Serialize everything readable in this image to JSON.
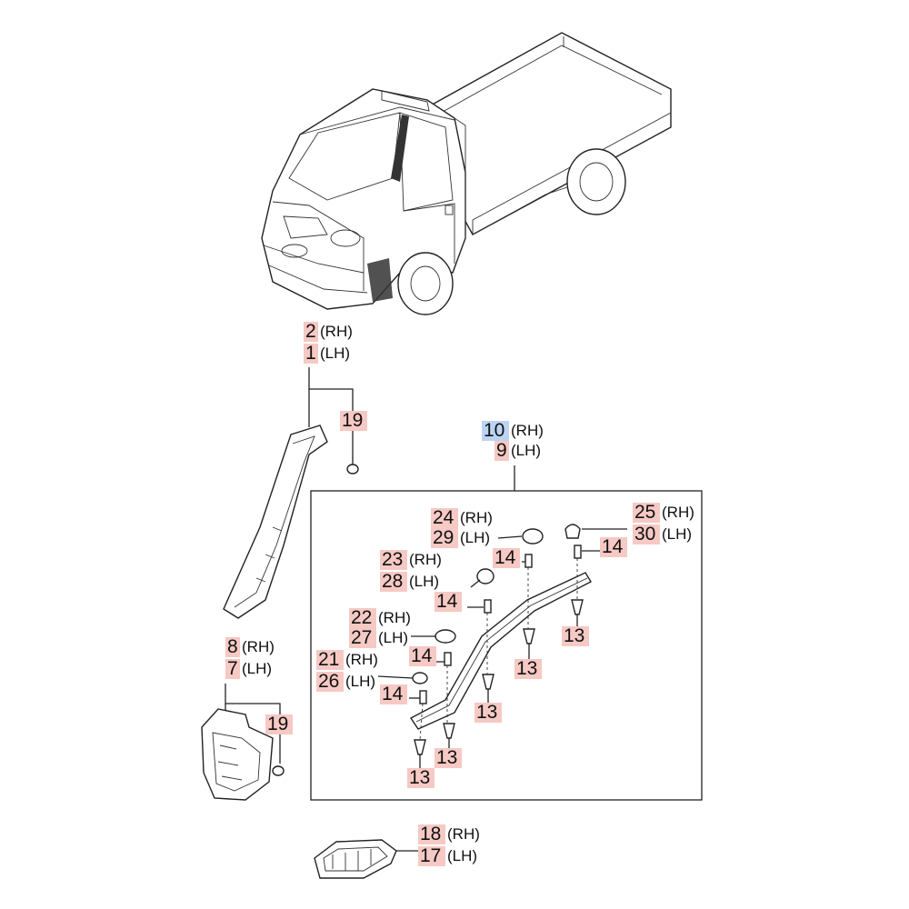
{
  "colors": {
    "highlight": "#f6c9c4",
    "selected_highlight": "#bcd4f2",
    "line": "#222222"
  },
  "callouts": [
    {
      "id": "c2",
      "num": "2",
      "side": "(RH)"
    },
    {
      "id": "c1",
      "num": "1",
      "side": "(LH)"
    },
    {
      "id": "c19a",
      "num": "19",
      "side": ""
    },
    {
      "id": "c8",
      "num": "8",
      "side": "(RH)"
    },
    {
      "id": "c7",
      "num": "7",
      "side": "(LH)"
    },
    {
      "id": "c19b",
      "num": "19",
      "side": ""
    },
    {
      "id": "c10",
      "num": "10",
      "side": "(RH)",
      "selected": true
    },
    {
      "id": "c9",
      "num": "9",
      "side": "(LH)"
    },
    {
      "id": "c24",
      "num": "24",
      "side": "(RH)"
    },
    {
      "id": "c29",
      "num": "29",
      "side": "(LH)"
    },
    {
      "id": "c25",
      "num": "25",
      "side": "(RH)"
    },
    {
      "id": "c30",
      "num": "30",
      "side": "(LH)"
    },
    {
      "id": "c23",
      "num": "23",
      "side": "(RH)"
    },
    {
      "id": "c28",
      "num": "28",
      "side": "(LH)"
    },
    {
      "id": "c22",
      "num": "22",
      "side": "(RH)"
    },
    {
      "id": "c27",
      "num": "27",
      "side": "(LH)"
    },
    {
      "id": "c21",
      "num": "21",
      "side": "(RH)"
    },
    {
      "id": "c26",
      "num": "26",
      "side": "(LH)"
    },
    {
      "id": "c14a",
      "num": "14",
      "side": ""
    },
    {
      "id": "c14b",
      "num": "14",
      "side": ""
    },
    {
      "id": "c14c",
      "num": "14",
      "side": ""
    },
    {
      "id": "c14d",
      "num": "14",
      "side": ""
    },
    {
      "id": "c14e",
      "num": "14",
      "side": ""
    },
    {
      "id": "c13a",
      "num": "13",
      "side": ""
    },
    {
      "id": "c13b",
      "num": "13",
      "side": ""
    },
    {
      "id": "c13c",
      "num": "13",
      "side": ""
    },
    {
      "id": "c13d",
      "num": "13",
      "side": ""
    },
    {
      "id": "c13e",
      "num": "13",
      "side": ""
    },
    {
      "id": "c18",
      "num": "18",
      "side": "(RH)"
    },
    {
      "id": "c17",
      "num": "17",
      "side": "(LH)"
    }
  ]
}
